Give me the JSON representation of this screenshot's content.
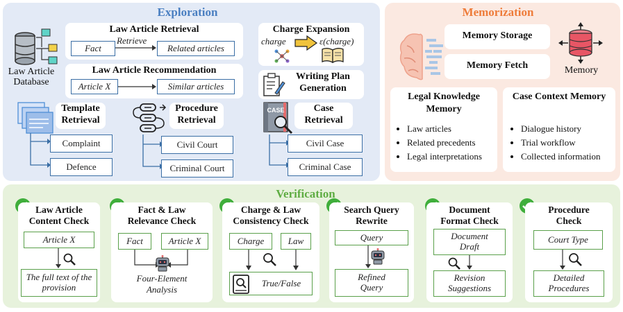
{
  "exploration": {
    "title": "Exploration",
    "database_label": "Law Article Database",
    "law_article_retrieval": {
      "title": "Law Article Retrieval",
      "input": "Fact",
      "edge": "Retrieve",
      "output": "Related articles"
    },
    "law_article_recommendation": {
      "title": "Law Article Recommendation",
      "input": "Article X",
      "output": "Similar articles"
    },
    "charge_expansion": {
      "title": "Charge Expansion",
      "input": "charge",
      "output": "ε(charge)"
    },
    "writing_plan": {
      "title": "Writing Plan Generation"
    },
    "template_retrieval": {
      "title": "Template Retrieval",
      "items": [
        "Complaint",
        "Defence"
      ]
    },
    "procedure_retrieval": {
      "title": "Procedure Retrieval",
      "items": [
        "Civil Court",
        "Criminal Court"
      ]
    },
    "case_retrieval": {
      "title": "Case Retrieval",
      "badge": "CASE",
      "items": [
        "Civil Case",
        "Criminal Case"
      ]
    }
  },
  "memorization": {
    "title": "Memorization",
    "storage": "Memory Storage",
    "fetch": "Memory Fetch",
    "memory_label": "Memory",
    "legal_knowledge": {
      "title": "Legal Knowledge Memory",
      "items": [
        "Law articles",
        "Related precedents",
        "Legal interpretations"
      ]
    },
    "case_context": {
      "title": "Case Context Memory",
      "items": [
        "Dialogue history",
        "Trial workflow",
        "Collected information"
      ]
    }
  },
  "verification": {
    "title": "Verification",
    "checks": [
      {
        "title": "Law Article Content Check",
        "inputs": [
          "Article X"
        ],
        "output": "The full text of the provision"
      },
      {
        "title": "Fact & Law Relevance Check",
        "inputs": [
          "Fact",
          "Article X"
        ],
        "output": "Four-Element Analysis"
      },
      {
        "title": "Charge & Law Consistency Check",
        "inputs": [
          "Charge",
          "Law"
        ],
        "output": "True/False"
      },
      {
        "title": "Search Query Rewrite",
        "inputs": [
          "Query"
        ],
        "output": "Refined Query"
      },
      {
        "title": "Document Format Check",
        "inputs": [
          "Document Draft"
        ],
        "output": "Revision Suggestions"
      },
      {
        "title": "Procedure Check",
        "inputs": [
          "Court Type"
        ],
        "output": "Detailed Procedures"
      }
    ]
  },
  "colors": {
    "exploration_bg": "#e3eaf6",
    "exploration_title": "#4a7fc1",
    "memorization_bg": "#fbe9e1",
    "memorization_title": "#ee7c3a",
    "verification_bg": "#e7f2dc",
    "verification_title": "#5fad43",
    "check_green": "#3fae3b",
    "box_blue": "#3a6ea5"
  }
}
